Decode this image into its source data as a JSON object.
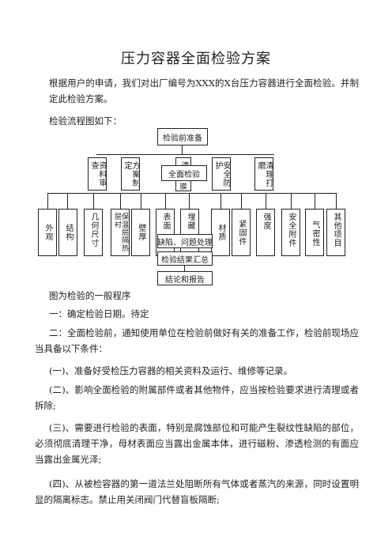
{
  "doc": {
    "title": "压力容器全面检验方案",
    "intro": "根据用户的申请，我们对出厂编号为XXX的X台压力容器进行全面检验。并制定此检验方案。",
    "flow_intro": "检验流程图如下：",
    "caption": "图为检验的一般程序",
    "items": [
      "一：确定检验日期。待定",
      "二：全面检验前，通知使用单位在检验前做好有关的准备工作，检验前现场应当具备以下条件：",
      "(一)、准备好受检压力容器的相关资料及运行、维修等记录。",
      "(二)、影响全面检验的附属部件或者其他物件，应当按检验要求进行清理或者拆除;",
      "(三)、需要进行检验的表面，特别是腐蚀部位和可能产生裂纹性缺陷的部位，必须彻底清理干净，母材表面应当露出金属本体，进行磁粉、渗透检测的有面应当露出金属光泽;",
      "(四)、从被检容器的第一道法兰处阻断所有气体或者蒸汽的来源，同时设置明显的隔离标志。禁止用关闭阀门代替盲板隔断;"
    ]
  },
  "flow": {
    "top": "检验前准备",
    "prep": [
      "资料审查",
      "方案制定",
      "清",
      "全面检验",
      "膜",
      "安全防护",
      "清理打磨"
    ],
    "checks": [
      "外观",
      "结构",
      "几何尺寸",
      "保温层隔热层衬",
      "壁厚",
      "表面",
      "埋藏",
      "材质",
      "紧固件",
      "强度",
      "安全附件",
      "气密性",
      "其他项目"
    ],
    "defect": "缺陷、问题处理",
    "summary": "检验结果汇总",
    "report": "结论和报告"
  }
}
